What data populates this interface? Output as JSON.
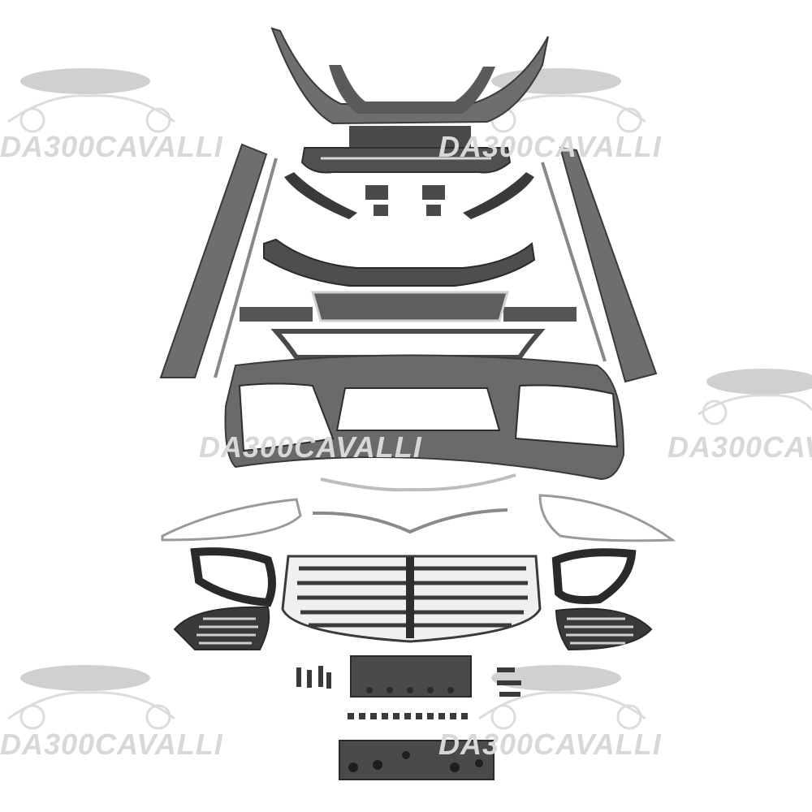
{
  "watermark": {
    "brand_text": "DA300CAVALLI",
    "color": "#d8d8d8"
  },
  "colors": {
    "background": "#ffffff",
    "part_gray": "#6e6e6e",
    "part_dark": "#3a3a3a",
    "chrome": "#e6e6e6"
  },
  "parts": [
    "rear-bumper-cover",
    "rear-diffuser",
    "tail-light-trims",
    "side-skirt-left",
    "side-skirt-right",
    "front-lip-spoiler",
    "lower-grille-insert",
    "lower-chrome-trim",
    "front-bumper-cover",
    "headlight-chrome-trims",
    "hood-chrome-strip",
    "front-grille-chrome",
    "upper-vent-left",
    "upper-vent-right",
    "fog-vent-left",
    "fog-vent-right",
    "license-plate-bracket-upper",
    "license-plate-bracket-lower",
    "mounting-clips"
  ]
}
